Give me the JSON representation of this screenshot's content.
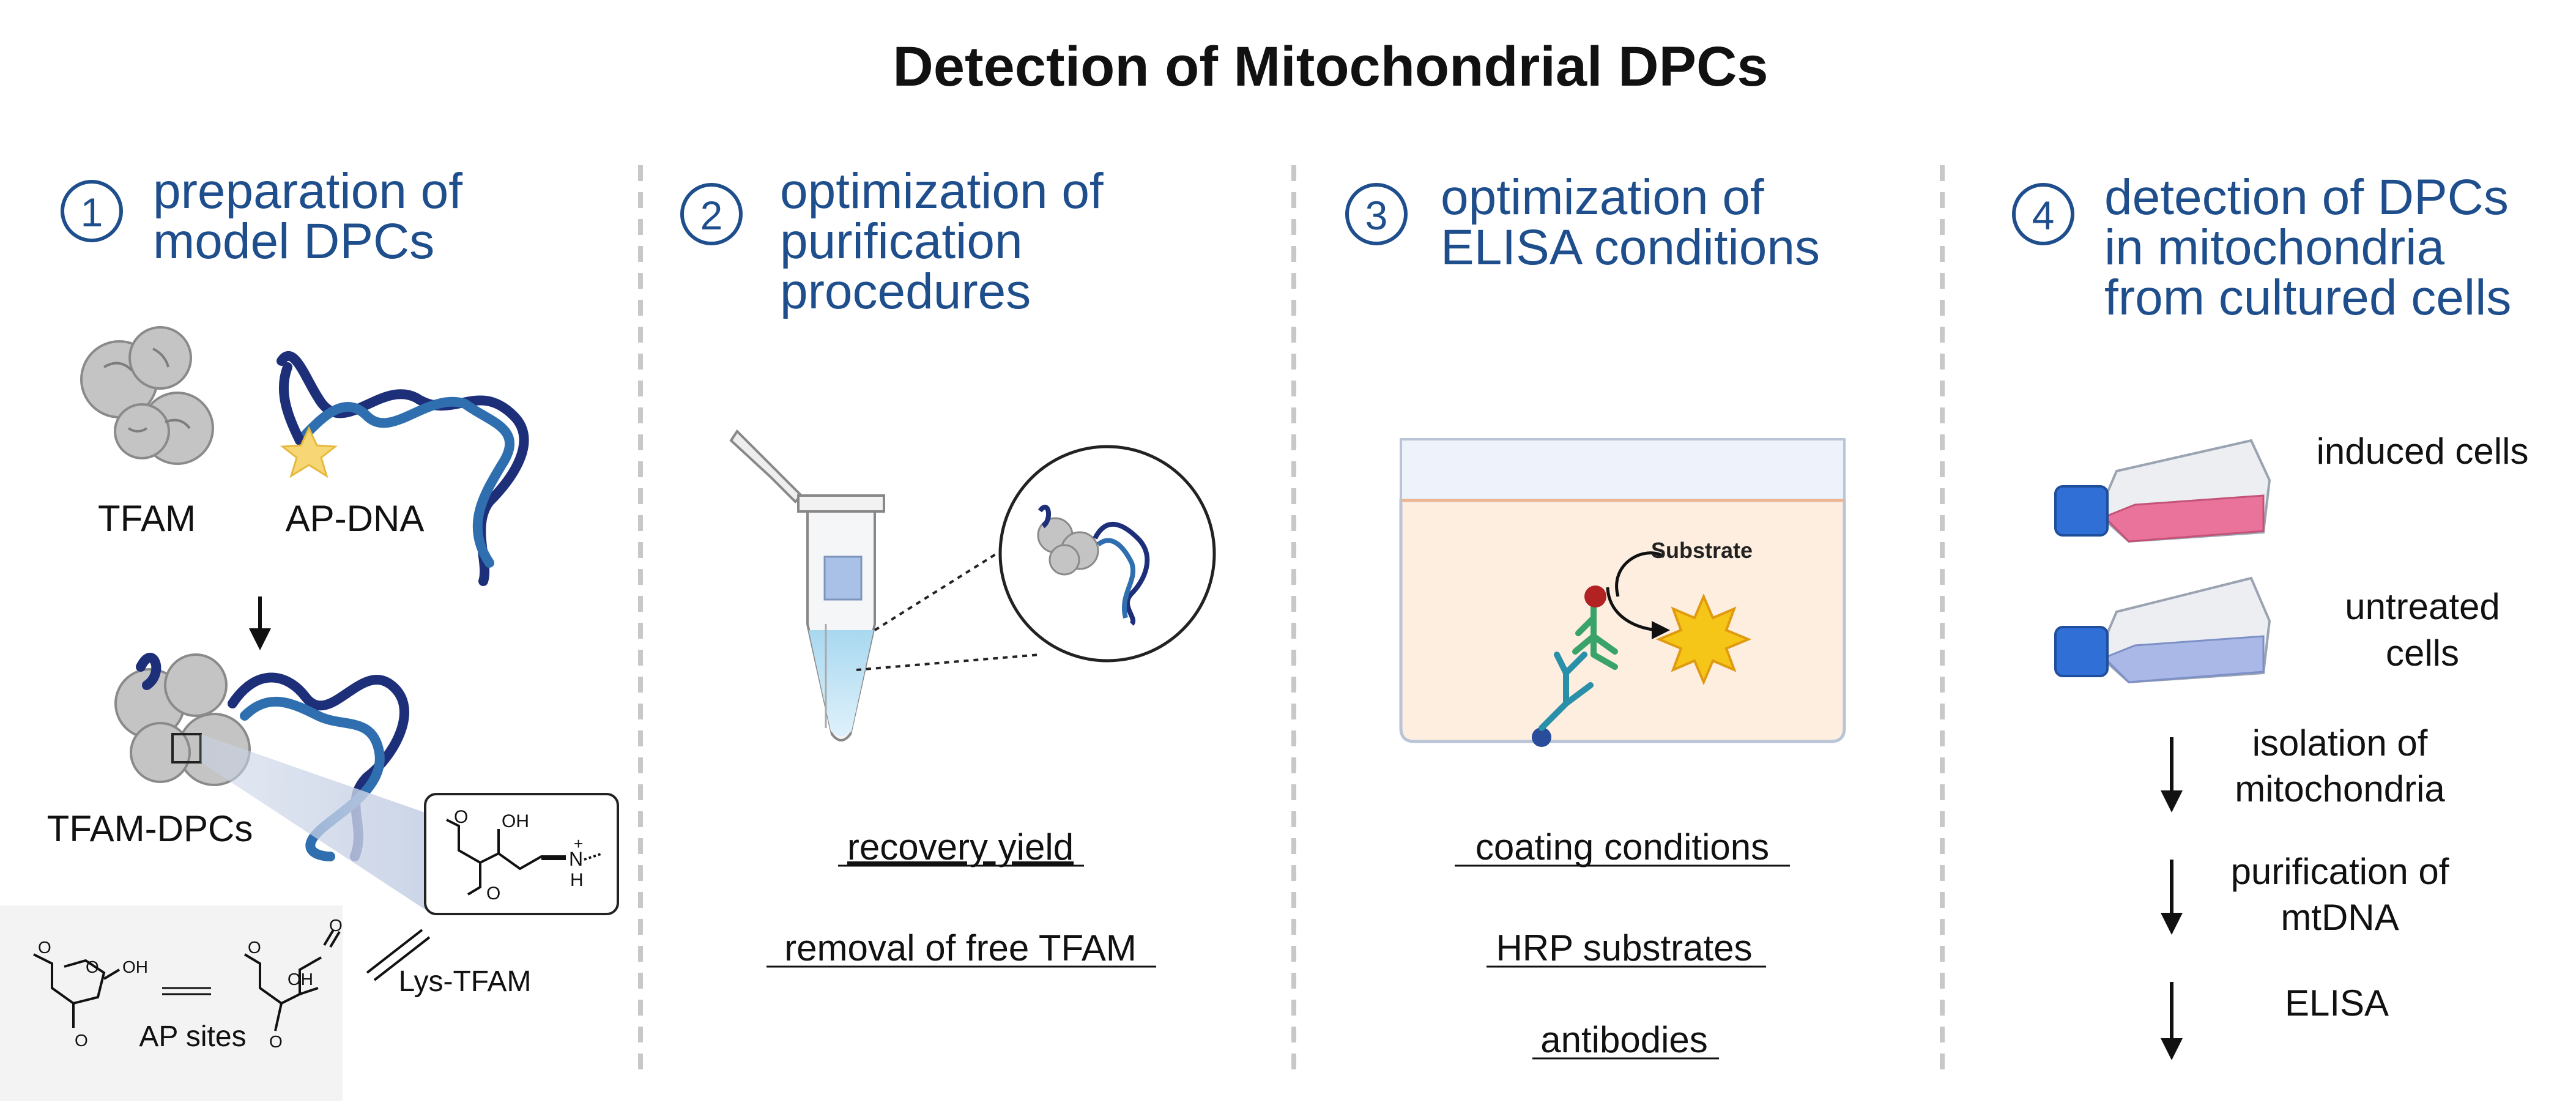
{
  "title": "Detection of Mitochondrial DPCs",
  "colors": {
    "heading_blue": "#1f4e8c",
    "text": "#111111",
    "divider": "#c8c8c8",
    "dna_dark": "#1e2f7a",
    "dna_mid": "#2f6fb0",
    "protein_gray": "#bdbdbd",
    "flask_pink": "#e9739a",
    "flask_blue": "#a9b8e6",
    "cap_blue": "#2f6fd6",
    "elisa_bg": "#fdeee0",
    "star_yellow": "#f5c518",
    "antibody_green": "#3aa36a",
    "antibody_teal": "#2a8fa8",
    "antigen_red": "#b22222"
  },
  "panels": [
    {
      "number": "1",
      "heading_lines": [
        "preparation of",
        "model DPCs"
      ],
      "labels": {
        "protein": "TFAM",
        "dna": "AP-DNA",
        "complex": "TFAM-DPCs",
        "ap_sites": "AP sites",
        "lys": "Lys-TFAM",
        "oh1": "OH",
        "oh2": "OH",
        "oh3": "OH",
        "o1": "O",
        "o2": "O",
        "o3": "O",
        "o4": "O",
        "o5": "O",
        "o6": "O",
        "o7": "O",
        "ketone_o": "O",
        "iminium_n": "N",
        "iminium_h": "H",
        "iminium_plus": "+"
      },
      "icons": [
        "protein-cluster-icon",
        "dna-helix-icon",
        "down-arrow-icon",
        "magnify-box-icon",
        "equilibrium-arrows-icon"
      ]
    },
    {
      "number": "2",
      "heading_lines": [
        "optimization of",
        "purification",
        "procedures"
      ],
      "items": [
        "recovery yield",
        "removal of free TFAM"
      ],
      "icons": [
        "tube-icon",
        "zoom-circle-icon"
      ]
    },
    {
      "number": "3",
      "heading_lines": [
        "optimization of",
        "ELISA conditions"
      ],
      "substrate_label": "Substrate",
      "items": [
        "coating conditions",
        "HRP substrates",
        "antibodies"
      ],
      "icons": [
        "well-plate-icon",
        "antibody-icon",
        "star-icon",
        "curved-arrow-icon"
      ]
    },
    {
      "number": "4",
      "heading_lines": [
        "detection of DPCs",
        "in mitochondria",
        "from cultured cells"
      ],
      "flask_labels": [
        {
          "lines": [
            "induced cells"
          ]
        },
        {
          "lines": [
            "untreated",
            "cells"
          ]
        }
      ],
      "steps": [
        {
          "lines": [
            "isolation of",
            "mitochondria"
          ]
        },
        {
          "lines": [
            "purification of",
            "mtDNA"
          ]
        },
        {
          "lines": [
            "ELISA"
          ]
        }
      ],
      "icons": [
        "flask-pink-icon",
        "flask-blue-icon",
        "down-arrow-icon"
      ]
    }
  ]
}
